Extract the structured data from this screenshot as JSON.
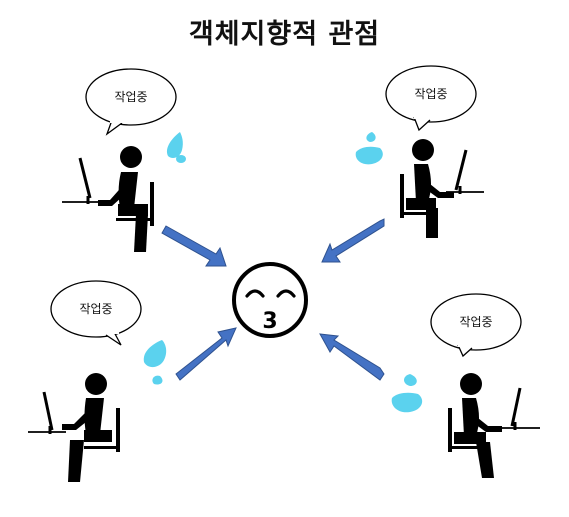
{
  "title": "객체지향적 관점",
  "center_face_label": "3",
  "workers": [
    {
      "id": "top-left",
      "speech": "작업중",
      "facing": "left"
    },
    {
      "id": "top-right",
      "speech": "작업중",
      "facing": "right"
    },
    {
      "id": "bottom-left",
      "speech": "작업중",
      "facing": "left"
    },
    {
      "id": "bottom-right",
      "speech": "작업중",
      "facing": "right"
    }
  ],
  "colors": {
    "arrow": "#4472C4",
    "arrow_stroke": "#2F528F",
    "sweat": "#5BD2EE",
    "figure": "#000000"
  }
}
